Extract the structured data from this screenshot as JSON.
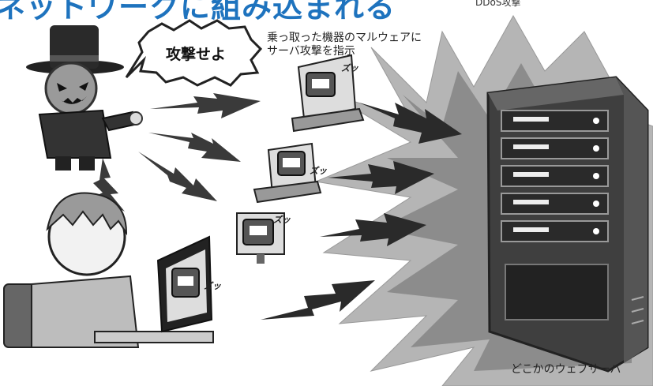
{
  "headline": "ネットワークに組み込まれる",
  "ddos_label": "DDoS攻撃",
  "speech_bubble": "攻撃せよ",
  "malware_caption": {
    "line1": "乗っ取った機器のマルウェアに",
    "line2": "サーバ攻撃を指示"
  },
  "server_caption": "どこかのウェブサーバ",
  "sound_effects": [
    "ズッ",
    "ズッ",
    "ズッ",
    "ズッ"
  ],
  "colors": {
    "headline": "#1e73be",
    "arrows": "#3a3a3a",
    "burst_light": "#b5b5b5",
    "burst_dark": "#8c8c8c",
    "server": "#4a4a4a"
  }
}
